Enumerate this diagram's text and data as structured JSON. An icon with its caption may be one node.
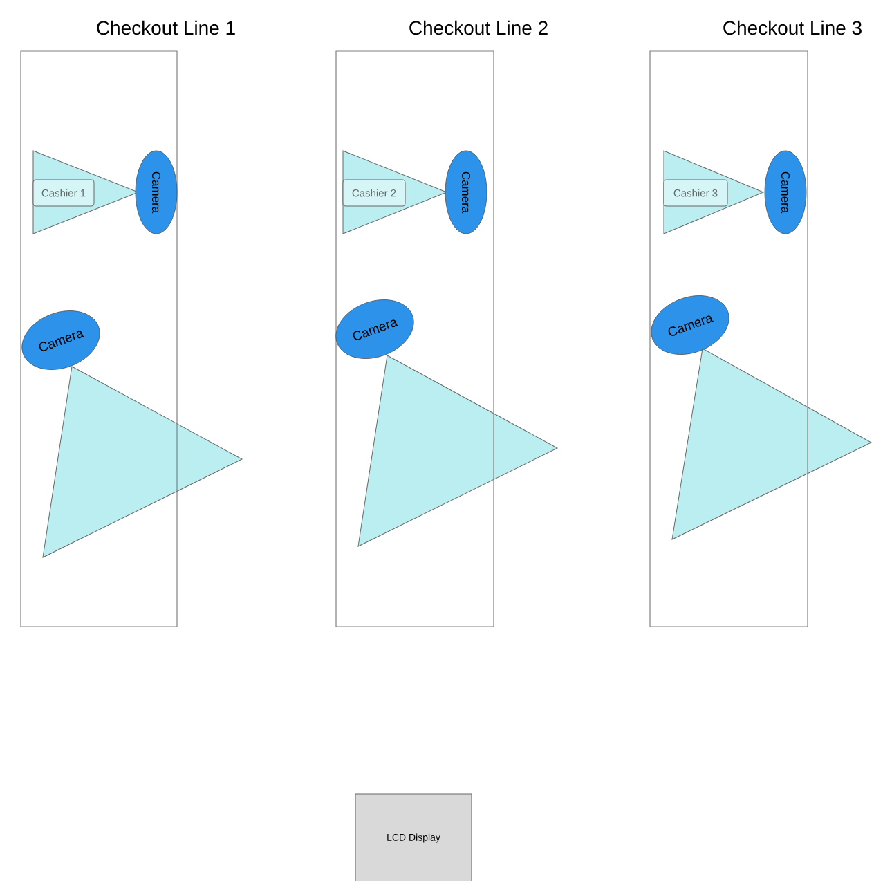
{
  "diagram": {
    "nodes": [
      {
        "text": [
          "Checkout Line 1"
        ]
      },
      {
        "text": [],
        "shape": "triangle",
        "in": 0
      },
      {
        "text": [
          "Cashier 1"
        ],
        "in": 1
      },
      {
        "text": [
          "Camera"
        ],
        "in": 0
      },
      {
        "text": [
          "Camera"
        ],
        "in": 0
      },
      {
        "text": [],
        "shape": "triangle"
      },
      {
        "text": [
          "Checkout Line 2"
        ]
      },
      {
        "text": [],
        "shape": "triangle",
        "in": 6
      },
      {
        "text": [
          "Cashier 2"
        ],
        "in": 7
      },
      {
        "text": [
          "Camera"
        ],
        "in": 6
      },
      {
        "text": [
          "Camera"
        ],
        "in": 6
      },
      {
        "text": [],
        "shape": "triangle"
      },
      {
        "text": [
          "Checkout Line 3"
        ]
      },
      {
        "text": [],
        "shape": "triangle",
        "in": 12
      },
      {
        "text": [
          "Cashier 3"
        ],
        "in": 13
      },
      {
        "text": [
          "Camera"
        ],
        "in": 12
      },
      {
        "text": [
          "Camera"
        ],
        "in": 12
      },
      {
        "text": [],
        "shape": "triangle"
      },
      {
        "text": [
          "LCD Display"
        ]
      }
    ]
  }
}
